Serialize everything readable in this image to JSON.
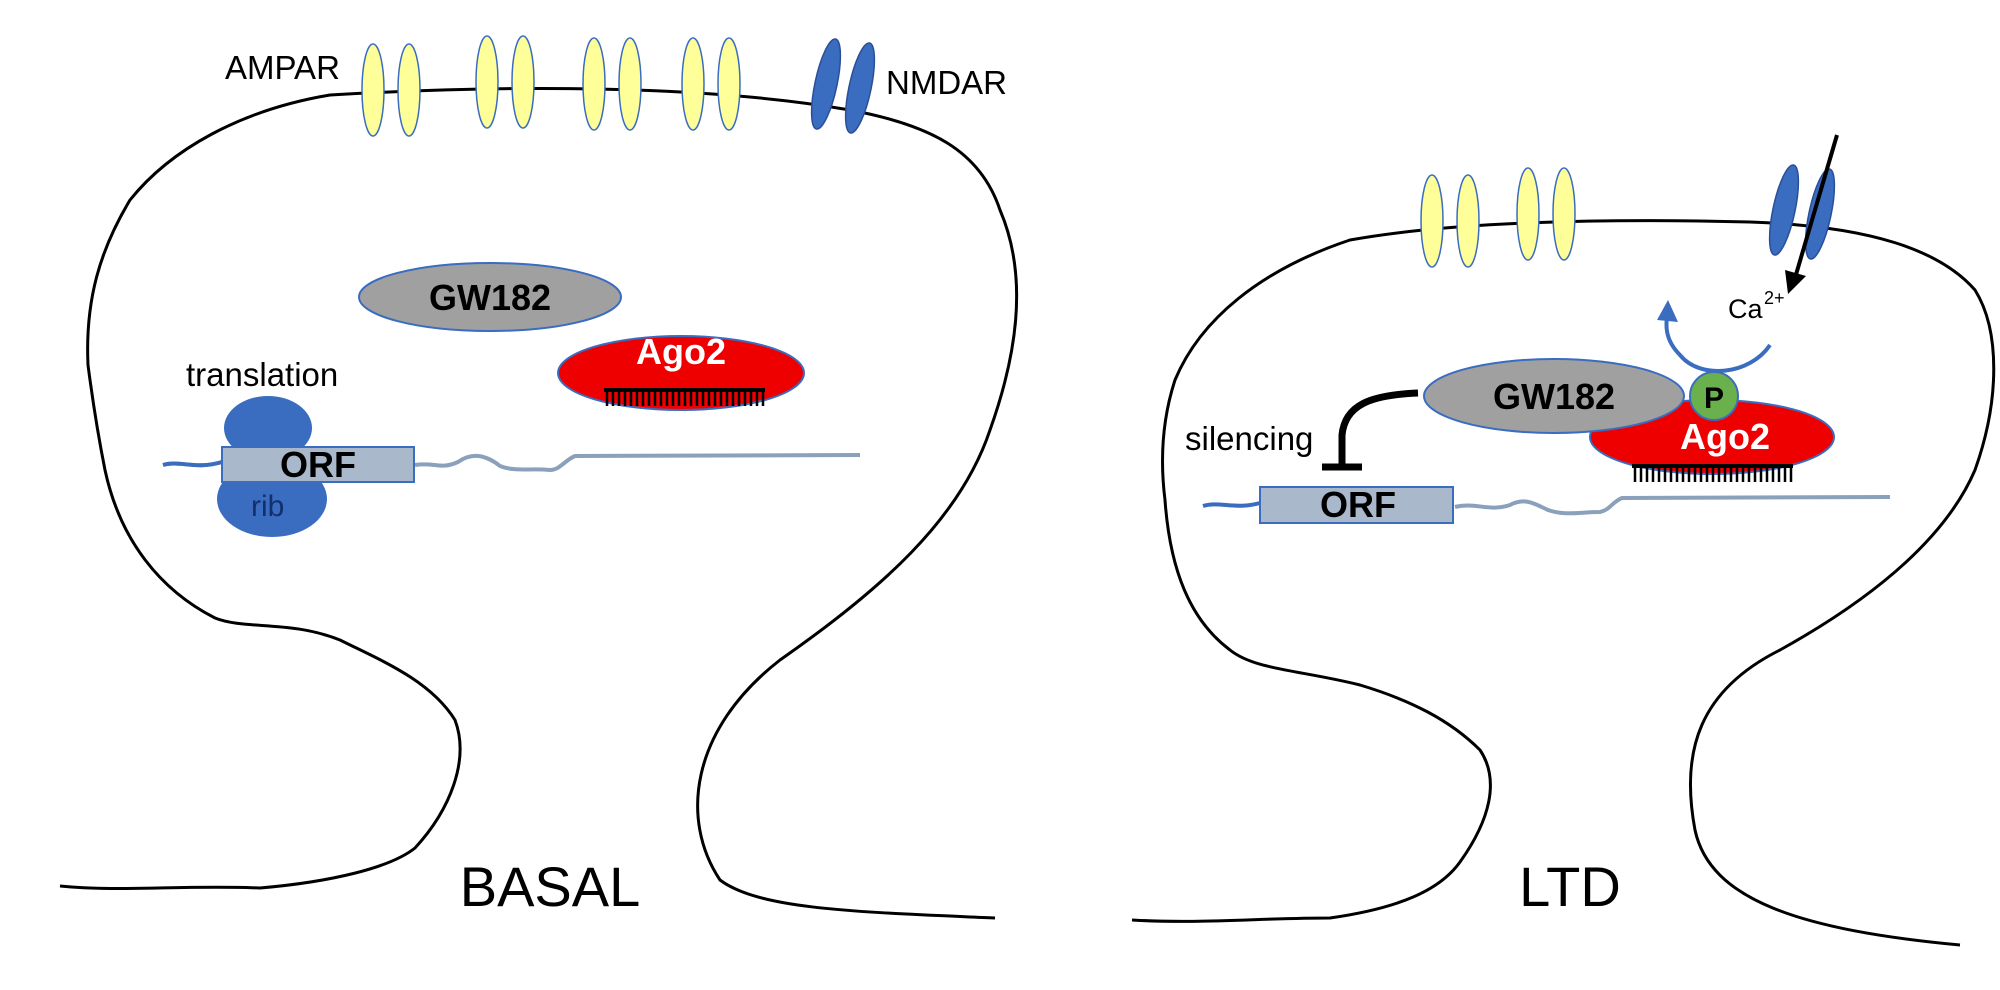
{
  "panels": {
    "basal": {
      "title": "BASAL",
      "ampar_label": "AMPAR",
      "nmdar_label": "NMDAR",
      "gw182": "GW182",
      "ago2": "Ago2",
      "translation": "translation",
      "orf": "ORF",
      "rib": "rib"
    },
    "ltd": {
      "title": "LTD",
      "ca": "Ca",
      "ca_charge": "2+",
      "gw182": "GW182",
      "ago2": "Ago2",
      "phospho": "P",
      "silencing": "silencing",
      "orf": "ORF"
    }
  },
  "colors": {
    "ampar": "#ffff99",
    "nmdar": "#3a6cc0",
    "gw182": "#a0a0a0",
    "ago2": "#ee0000",
    "ribosome": "#3a6cc0",
    "orf_box": "#aab8cc",
    "mrna": "#8aa0bb",
    "phospho": "#6ab04c"
  }
}
